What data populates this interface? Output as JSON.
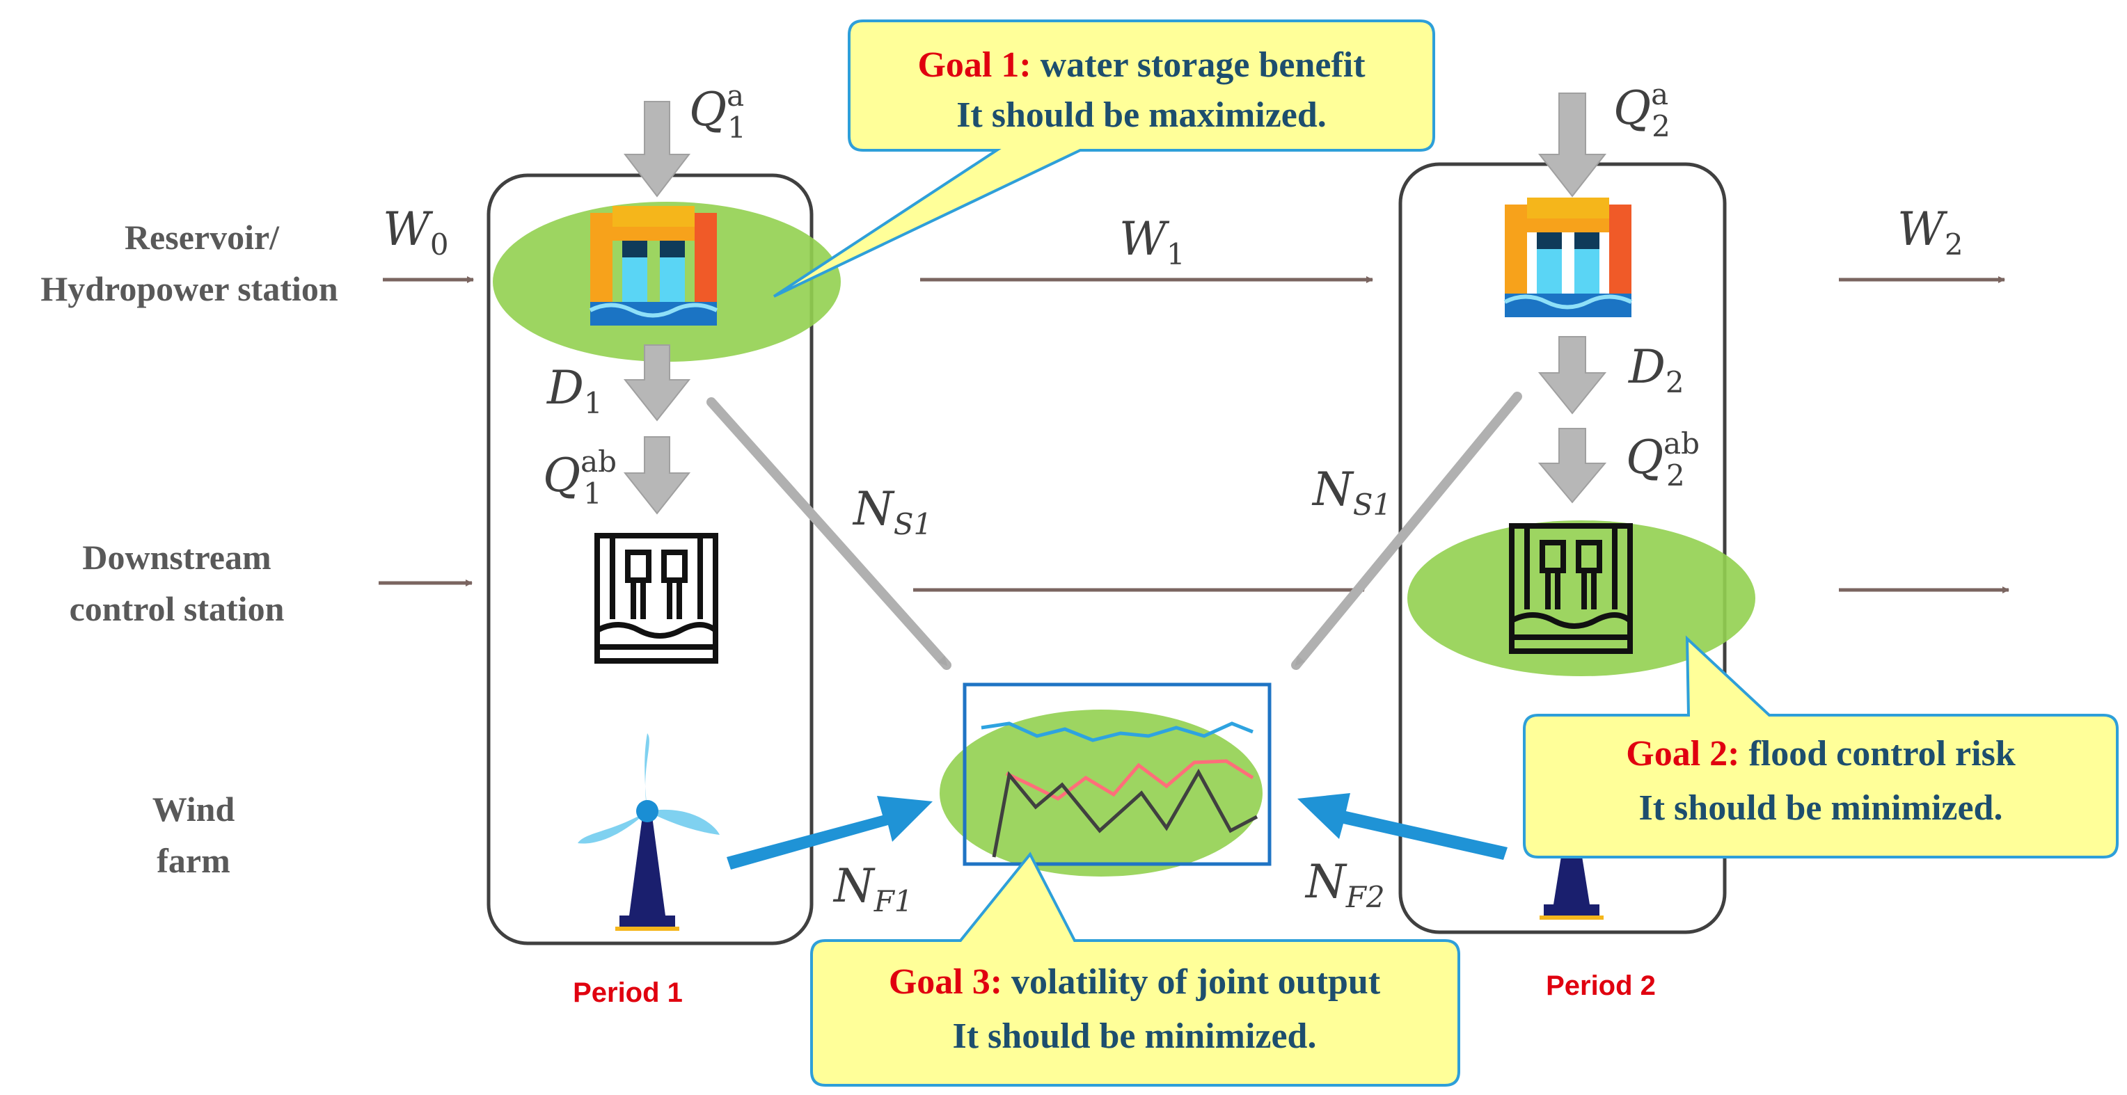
{
  "rows": {
    "reservoir": [
      "Reservoir/",
      "Hydropower station"
    ],
    "downstream": [
      "Downstream",
      "control station"
    ],
    "wind": [
      "Wind",
      "farm"
    ]
  },
  "symbols": {
    "W0": {
      "base": "W",
      "sub": "0"
    },
    "W1": {
      "base": "W",
      "sub": "1"
    },
    "W2": {
      "base": "W",
      "sub": "2"
    },
    "Q1a": {
      "base": "Q",
      "sub": "1",
      "sup": "a"
    },
    "Q2a": {
      "base": "Q",
      "sub": "2",
      "sup": "a"
    },
    "D1": {
      "base": "D",
      "sub": "1"
    },
    "D2": {
      "base": "D",
      "sub": "2"
    },
    "Q1ab": {
      "base": "Q",
      "sub": "1",
      "sup": "ab"
    },
    "Q2ab": {
      "base": "Q",
      "sub": "2",
      "sup": "ab"
    },
    "NS1_left": {
      "base": "N",
      "sub": "S1"
    },
    "NS1_right": {
      "base": "N",
      "sub": "S1"
    },
    "NF1": {
      "base": "N",
      "sub": "F1"
    },
    "NF2": {
      "base": "N",
      "sub": "F2"
    }
  },
  "goals": {
    "goal1": {
      "head": "Goal 1:",
      "text": " water storage benefit",
      "line2": "It should be maximized."
    },
    "goal2": {
      "head": "Goal 2:",
      "text": " flood control risk",
      "line2": "It should be minimized."
    },
    "goal3": {
      "head": "Goal 3:",
      "text": " volatility of joint output",
      "line2": "It should be minimized."
    }
  },
  "periods": {
    "p1": "Period 1",
    "p2": "Period 2"
  },
  "colors": {
    "flow_arrow": "#7a6560",
    "gray_arrow": "#b7b7b7",
    "blue_arrow": "#1f93d6",
    "green_ellipse": "#92d050",
    "callout_fill": "#ffff99",
    "callout_stroke": "#2e9fd9",
    "goal_head": "#e0000f",
    "goal_text": "#1d4e6e"
  },
  "icons": {
    "reservoir": "hydropower-dam-icon",
    "downstream": "control-station-icon",
    "wind": "wind-turbine-icon",
    "chart": "joint-output-chart-icon"
  }
}
